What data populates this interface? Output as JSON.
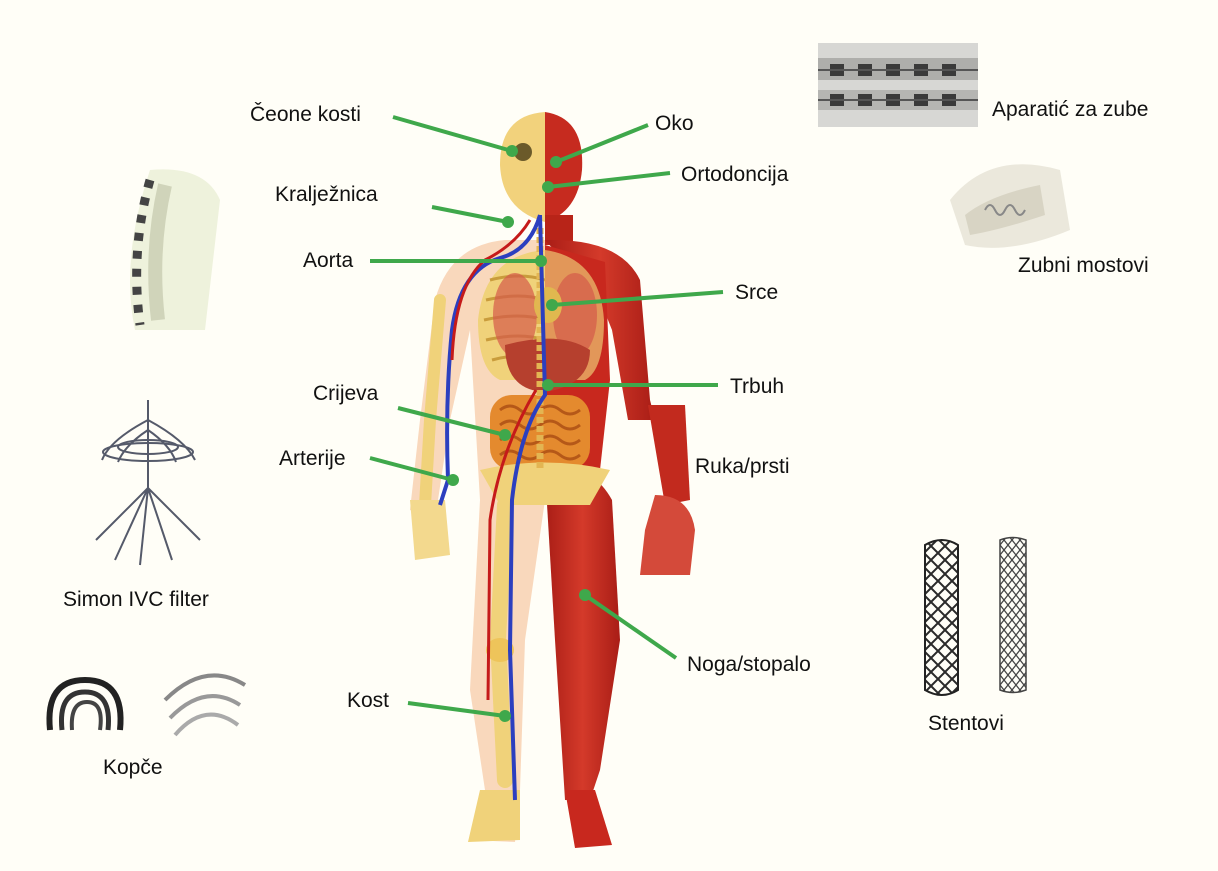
{
  "colors": {
    "background": "#fffef7",
    "leader_line": "#3fa84b",
    "muscle": "#c8281e",
    "skeleton": "#f0d27a",
    "artery": "#2c3fbf"
  },
  "labels": {
    "frontal_bone": "Čeone kosti",
    "eye": "Oko",
    "orthodontics": "Ortodoncija",
    "spine": "Kralježnica",
    "aorta": "Aorta",
    "heart": "Srce",
    "stomach": "Trbuh",
    "intestines": "Crijeva",
    "arteries": "Arterije",
    "hand": "Ruka/prsti",
    "bone": "Kost",
    "leg": "Noga/stopalo"
  },
  "devices": {
    "braces": "Aparatić za zube",
    "dental_bridges": "Zubni mostovi",
    "ivc_filter": "Simon IVC filter",
    "clips": "Kopče",
    "stents": "Stentovi"
  },
  "icons": {
    "body": "human-anatomy-figure",
    "spine": "spine-implant-icon",
    "filter": "ivc-filter-icon",
    "clips": "staple-clip-icon",
    "braces": "dental-braces-photo",
    "bridge": "dental-bridge-photo",
    "stent": "stent-mesh-icon"
  }
}
